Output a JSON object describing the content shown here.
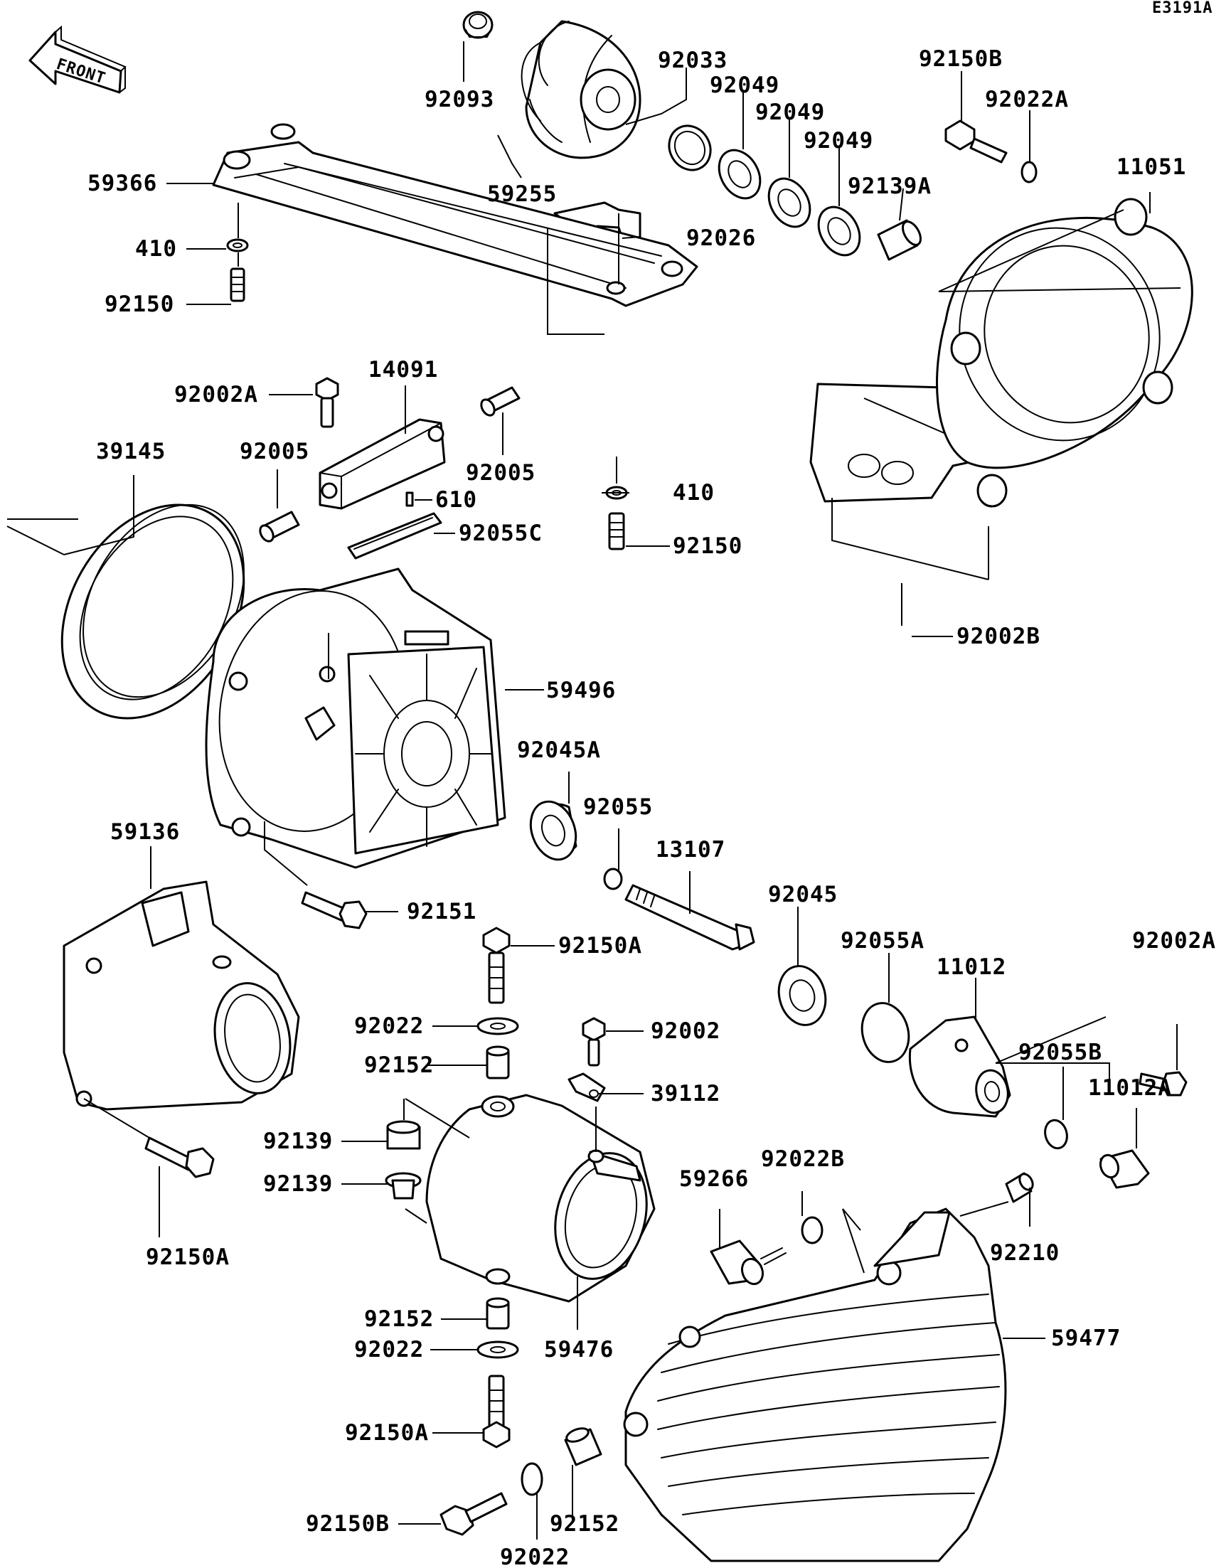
{
  "diagram_id": "E3191A",
  "front_label": "FRONT",
  "labels": {
    "p92093": "92093",
    "p92033": "92033",
    "p92049a": "92049",
    "p92049b": "92049",
    "p92049c": "92049",
    "p92150B_top": "92150B",
    "p92022A": "92022A",
    "p11051": "11051",
    "p92139A": "92139A",
    "p59366": "59366",
    "p59255": "59255",
    "p92026": "92026",
    "p410_top": "410",
    "p92150_top": "92150",
    "p14091": "14091",
    "p92002A_left": "92002A",
    "p39145": "39145",
    "p92005_left": "92005",
    "p92005_right": "92005",
    "p610": "610",
    "p410_mid": "410",
    "p92055C": "92055C",
    "p92150_mid": "92150",
    "p92002B": "92002B",
    "p59496": "59496",
    "p92045A": "92045A",
    "p92055": "92055",
    "p59136": "59136",
    "p13107": "13107",
    "p92045": "92045",
    "p92151": "92151",
    "p92150A_top": "92150A",
    "p92055A": "92055A",
    "p92002A_right": "92002A",
    "p11012": "11012",
    "p92022_top": "92022",
    "p92002": "92002",
    "p92152_top": "92152",
    "p92055B": "92055B",
    "p11012A": "11012A",
    "p39112": "39112",
    "p92139_a": "92139",
    "p92022B": "92022B",
    "p92139_b": "92139",
    "p59266": "59266",
    "p92210": "92210",
    "p92150A_left": "92150A",
    "p92152_mid": "92152",
    "p59477": "59477",
    "p92022_mid": "92022",
    "p59476": "59476",
    "p92150A_bottom": "92150A",
    "p92152_bottom": "92152",
    "p92150B_bottom": "92150B",
    "p92022_bottom": "92022"
  }
}
